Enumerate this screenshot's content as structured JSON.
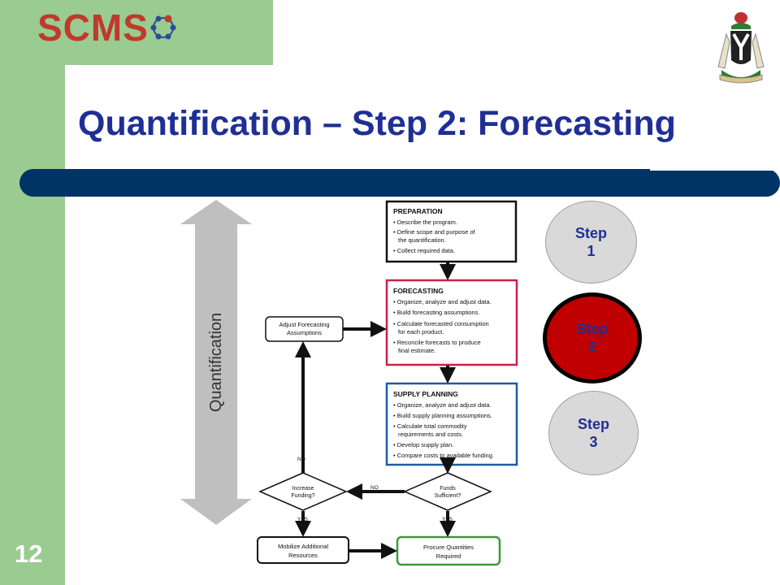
{
  "header": {
    "logo_text": "SCMS",
    "title": "Quantification – Step 2: Forecasting"
  },
  "slide_number": "12",
  "diagram": {
    "side_label": "Quantification",
    "boxes": {
      "preparation": {
        "heading": "PREPARATION",
        "lines": [
          "• Describe the program.",
          "• Define scope and purpose of",
          "  the quantification.",
          "• Collect required data."
        ]
      },
      "forecasting": {
        "heading": "FORECASTING",
        "lines": [
          "• Organize, analyze and adjust data.",
          "• Build forecasting assumptions.",
          "• Calculate forecasted consumption",
          "  for each product.",
          "• Reconcile forecasts to produce",
          "  final estimate."
        ]
      },
      "supply_planning": {
        "heading": "SUPPLY PLANNING",
        "lines": [
          "• Organize, analyze and adjust data.",
          "• Build supply planning assumptions.",
          "• Calculate total commodity",
          "  requirements and costs.",
          "• Develop supply plan.",
          "• Compare costs to available funding."
        ]
      },
      "adjust_forecasting": {
        "lines": [
          "Adjust Forecasting",
          "Assumptions"
        ]
      },
      "mobilize": {
        "lines": [
          "Mobilize Additional",
          "Resources"
        ]
      },
      "procure": {
        "lines": [
          "Procure Quantities",
          "Required"
        ]
      }
    },
    "decisions": {
      "increase_funding": {
        "lines": [
          "Increase",
          "Funding?"
        ]
      },
      "funds_sufficient": {
        "lines": [
          "Funds",
          "Sufficient?"
        ]
      }
    },
    "edge_labels": {
      "no_up": "NO",
      "no_left": "NO",
      "yes_left": "YES",
      "yes_right": "YES"
    }
  },
  "steps": [
    {
      "line1": "Step",
      "line2": "1",
      "state": "inactive"
    },
    {
      "line1": "Step",
      "line2": "2",
      "state": "active"
    },
    {
      "line1": "Step",
      "line2": "3",
      "state": "inactive"
    }
  ],
  "colors": {
    "green": "#9acb91",
    "navy": "#003366",
    "title_blue": "#1f2f95",
    "active_red": "#c00000",
    "logo_red": "#c0392b",
    "forecast_border": "#cc1f4a",
    "supply_border": "#1f5aa6",
    "procure_border": "#3a9a3a"
  }
}
